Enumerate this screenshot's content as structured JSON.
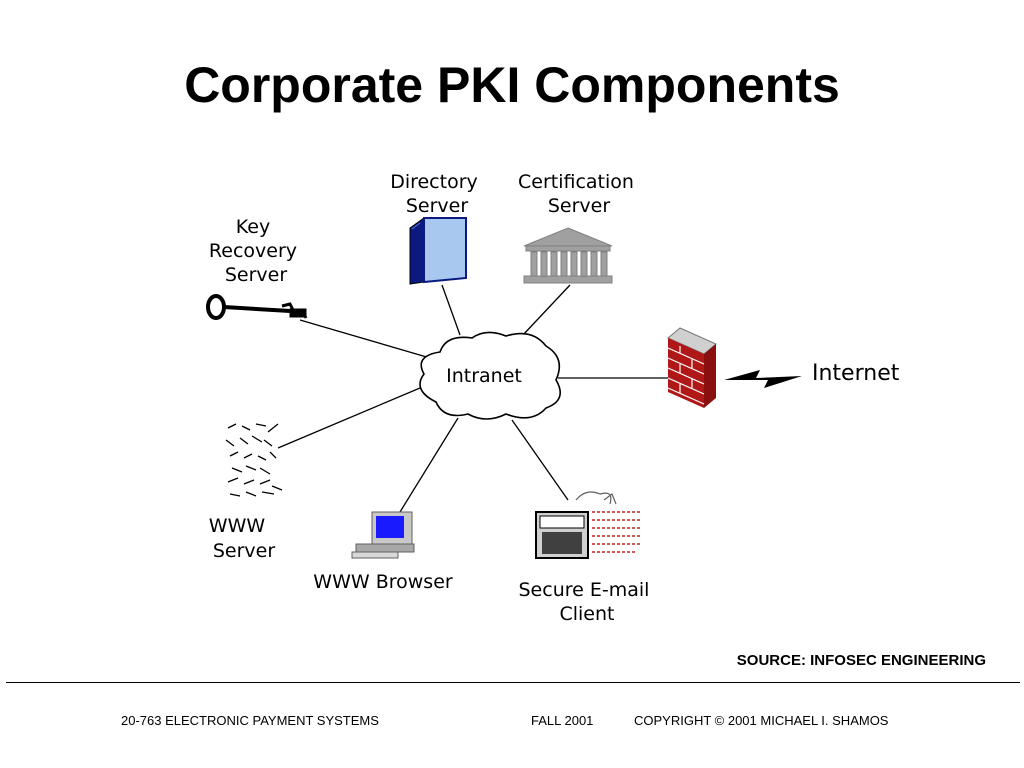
{
  "title": "Corporate PKI Components",
  "diagram": {
    "center": "Intranet",
    "nodes": {
      "directory_server": [
        "Directory",
        "Server"
      ],
      "certification_server": [
        "Certification",
        "Server"
      ],
      "key_recovery_server": [
        "Key",
        "Recovery",
        "Server"
      ],
      "internet": "Internet",
      "www_server": [
        "WWW",
        "Server"
      ],
      "www_browser": "WWW Browser",
      "secure_email_client": [
        "Secure E-mail",
        "Client"
      ]
    },
    "colors": {
      "book": "#a8c8f0",
      "book_spine": "#0a1a80",
      "bank": "#a0a0a0",
      "firewall": "#b01818",
      "screen": "#1a1aff"
    },
    "icons": [
      "book-icon",
      "bank-building-icon",
      "key-icon",
      "firewall-icon",
      "lightning-icon",
      "server-icon",
      "computer-icon",
      "email-client-icon",
      "cloud-icon"
    ]
  },
  "source": "SOURCE: INFOSEC ENGINEERING",
  "footer": {
    "course": "20-763 ELECTRONIC PAYMENT SYSTEMS",
    "term": "FALL 2001",
    "copyright": "COPYRIGHT © 2001 MICHAEL I. SHAMOS"
  }
}
